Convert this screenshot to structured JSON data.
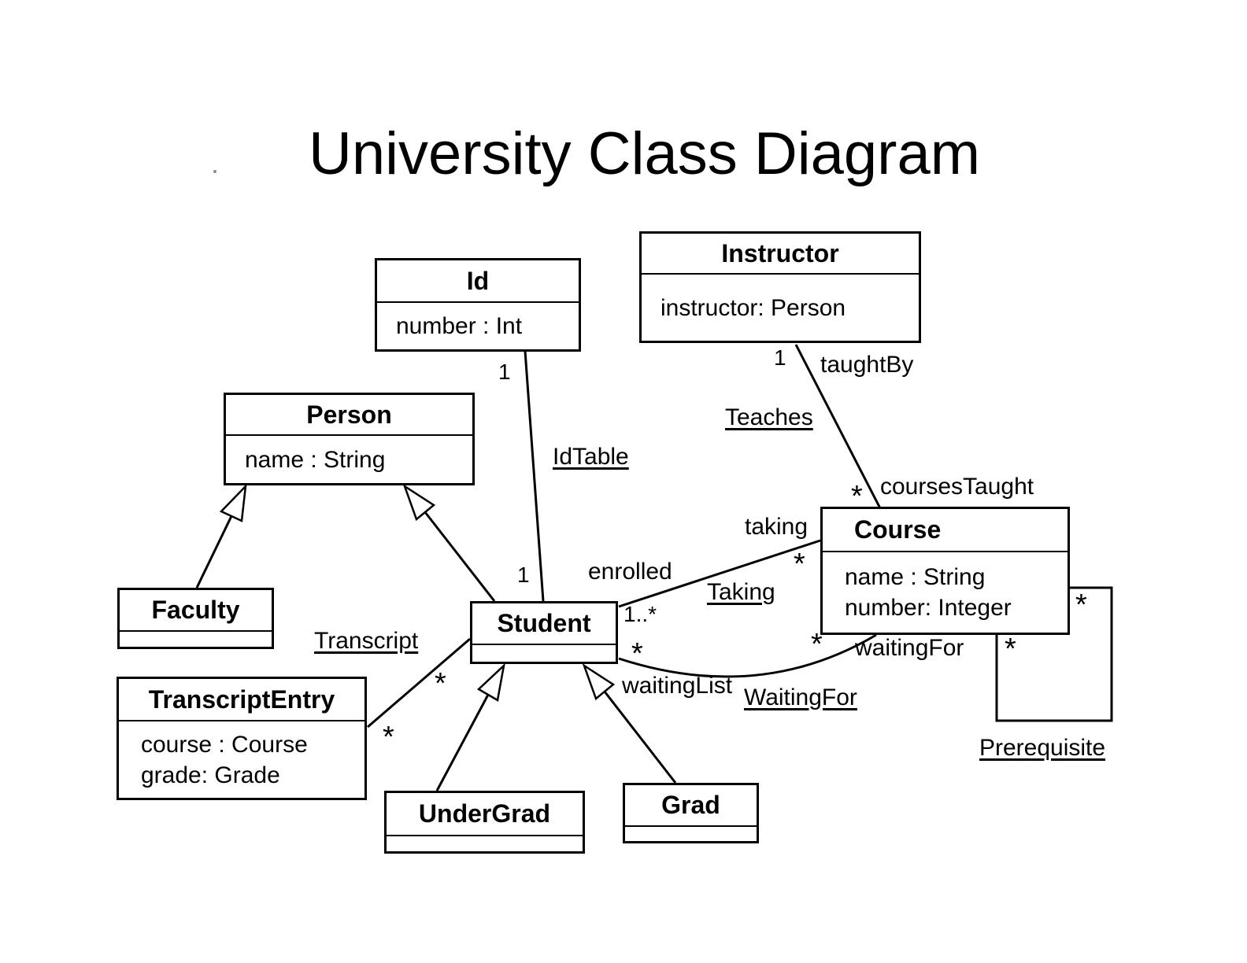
{
  "title": "University Class Diagram",
  "colors": {
    "ink": "#000000",
    "background": "#ffffff"
  },
  "classes": {
    "id": {
      "name": "Id",
      "attributes": [
        "number : Int"
      ]
    },
    "instructor": {
      "name": "Instructor",
      "attributes": [
        "instructor: Person"
      ]
    },
    "person": {
      "name": "Person",
      "attributes": [
        "name : String"
      ]
    },
    "faculty": {
      "name": "Faculty",
      "attributes": []
    },
    "transcriptEntry": {
      "name": "TranscriptEntry",
      "attributes": [
        "course : Course",
        "grade: Grade"
      ]
    },
    "student": {
      "name": "Student",
      "attributes": []
    },
    "course": {
      "name": "Course",
      "attributes": [
        "name : String",
        "number: Integer"
      ]
    },
    "undergrad": {
      "name": "UnderGrad",
      "attributes": []
    },
    "grad": {
      "name": "Grad",
      "attributes": []
    }
  },
  "associations": {
    "idtable": "IdTable",
    "teaches": "Teaches",
    "taking": "Taking",
    "waitingfor": "WaitingFor",
    "transcript": "Transcript",
    "prerequisite": "Prerequisite"
  },
  "roles": {
    "taughtBy": "taughtBy",
    "coursesTaught": "coursesTaught",
    "taking": "taking",
    "enrolled": "enrolled",
    "waitingList": "waitingList",
    "waitingFor": "waitingFor"
  },
  "multiplicities": {
    "idtable_id_end": "1",
    "idtable_student_end": "1",
    "teaches_instructor_end": "1",
    "teaches_course_end": "*",
    "taking_student_end": "1..*",
    "taking_course_end": "*",
    "waiting_student_end": "*",
    "waiting_course_end": "*",
    "transcript_student_end": "*",
    "transcript_entry_end": "*",
    "prereq_upper_end": "*",
    "prereq_lower_end": "*"
  }
}
